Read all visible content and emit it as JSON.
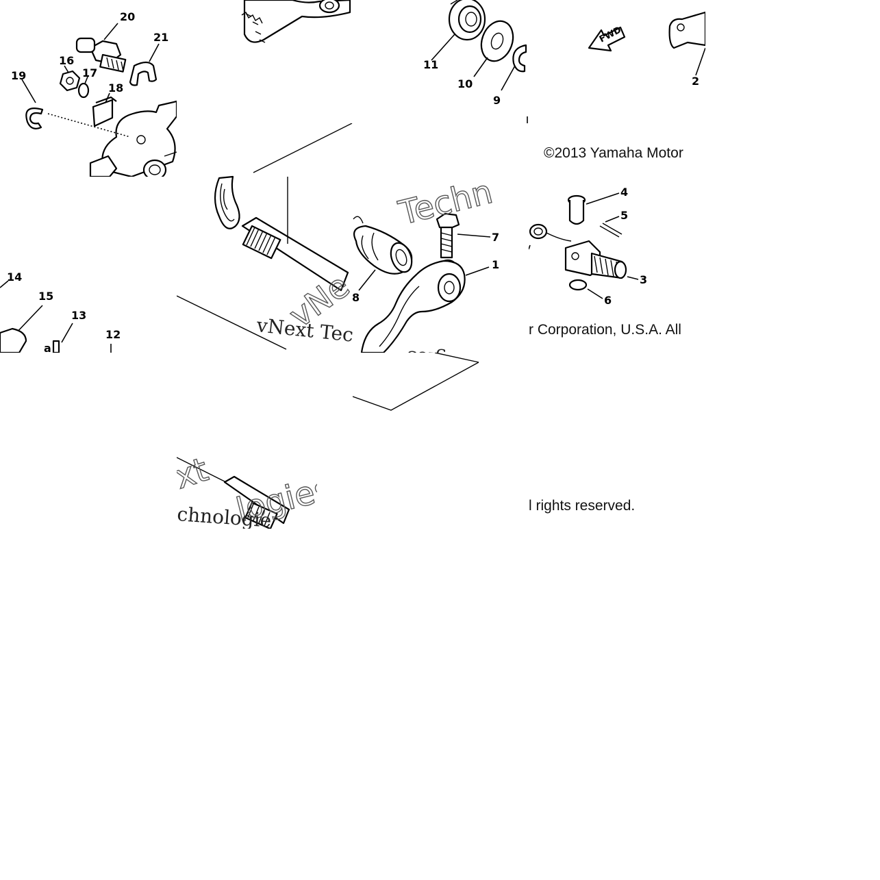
{
  "diagram": {
    "copyright": {
      "line1": "©2013 Yamaha Motor",
      "line2": "r Corporation, U.S.A. All",
      "line3": "l rights reserved."
    },
    "watermark": {
      "line1": "vNext Tec",
      "line2": "Techn",
      "line3": "chnologie",
      "line4": "xt",
      "line5": "logies"
    },
    "direction_tag": "FWD",
    "callouts": {
      "p1": "1",
      "p2": "2",
      "p3": "3",
      "p4": "4",
      "p5": "5",
      "p6": "6",
      "p7": "7",
      "p8": "8",
      "p9": "9",
      "p10": "10",
      "p11": "11",
      "p12": "12",
      "p13": "13",
      "p14": "14",
      "p15": "15",
      "p16": "16",
      "p17": "17",
      "p18": "18",
      "p19": "19",
      "p20": "20",
      "p21": "21"
    }
  }
}
